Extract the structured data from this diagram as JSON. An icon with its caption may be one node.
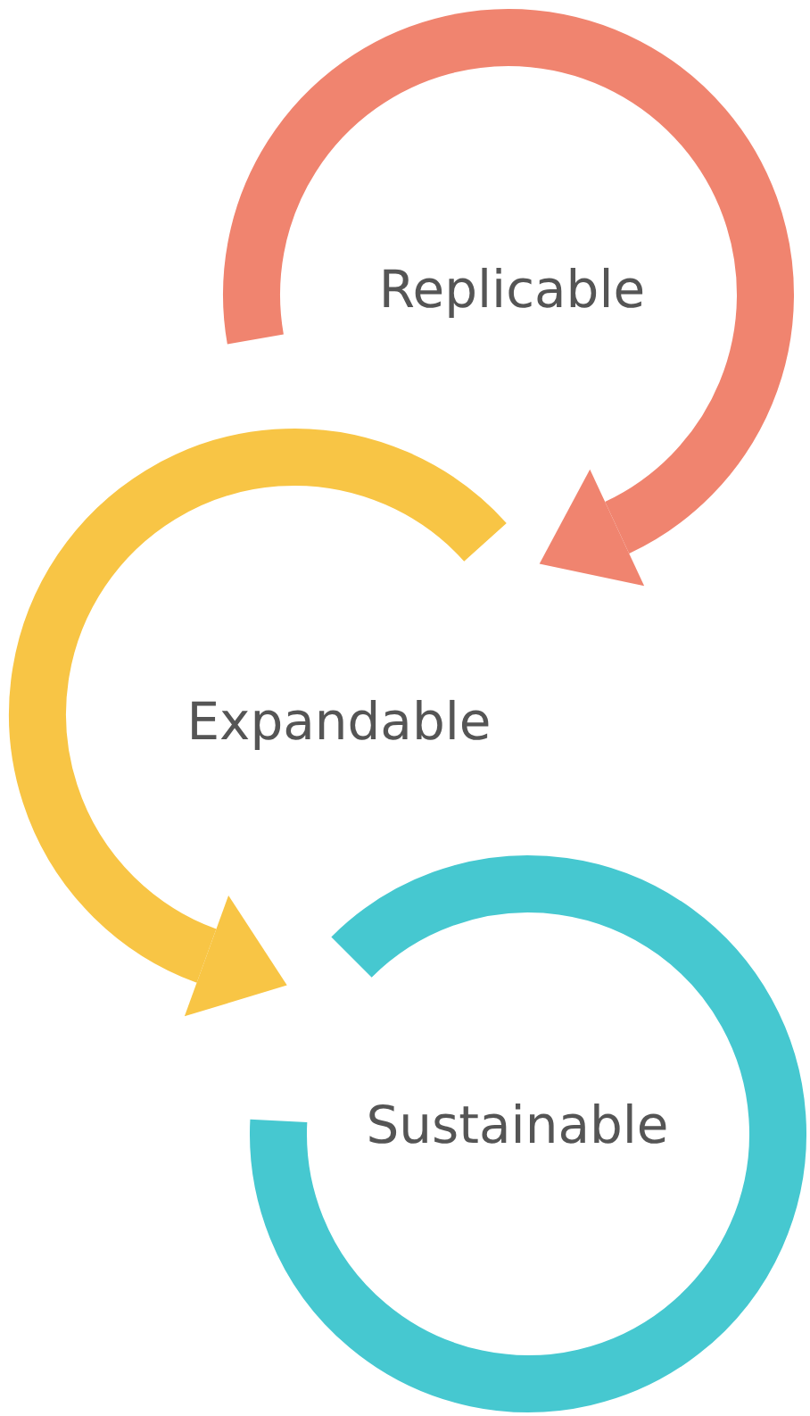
{
  "diagram": {
    "nodes": [
      {
        "text": [
          "Replicable"
        ]
      },
      {
        "text": [
          "Expandable"
        ]
      },
      {
        "text": [
          "Sustainable"
        ]
      }
    ]
  }
}
